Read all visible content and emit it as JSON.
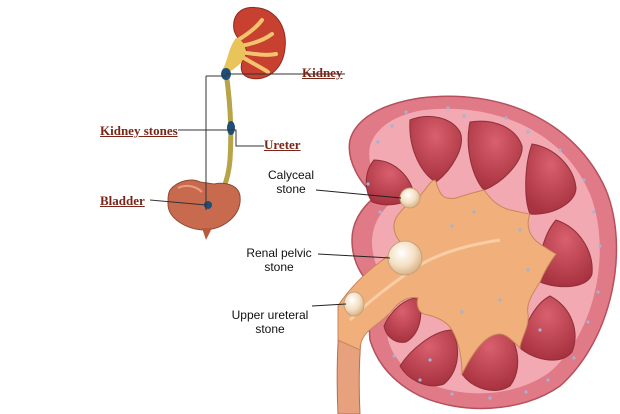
{
  "urinary_tract_labels": {
    "kidney": "Kidney",
    "kidney_stones": "Kidney stones",
    "ureter": "Ureter",
    "bladder": "Bladder"
  },
  "stone_labels": {
    "calyceal": [
      "Calyceal",
      "stone"
    ],
    "renal_pelvic": [
      "Renal pelvic",
      "stone"
    ],
    "upper_ureteral": [
      "Upper ureteral",
      "stone"
    ]
  },
  "colors": {
    "label_red": "#7b2418",
    "kidney_outer": "#e8878f",
    "kidney_cortex": "#f3b1b8",
    "pyramid": "#c54a5a",
    "pelvis": "#f0b07a",
    "stone": "#f7e4c9",
    "small_kidney": "#c0392b",
    "ureter_small": "#b9a64a",
    "stone_dot": "#1d4f7a",
    "bladder": "#c0604a"
  }
}
